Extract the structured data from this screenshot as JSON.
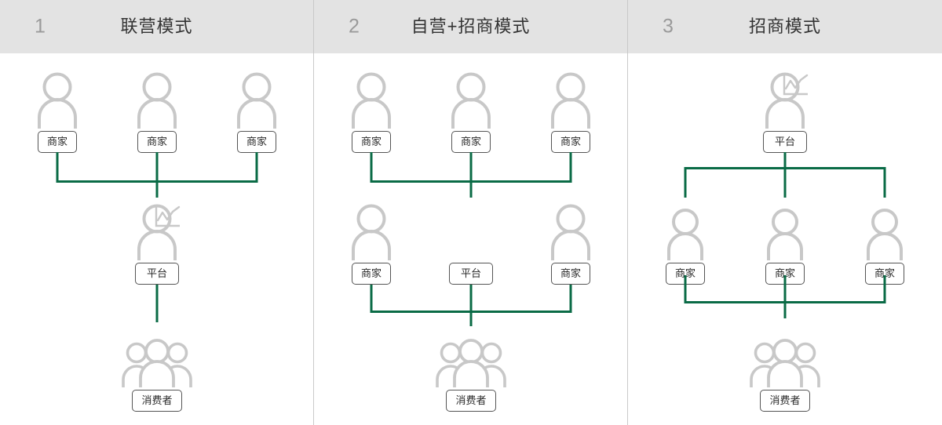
{
  "colors": {
    "header_bg": "#e3e3e3",
    "header_number": "#9a9a9a",
    "header_title": "#333333",
    "connector_green": "#0a6b46",
    "icon_gray": "#c8c8c8",
    "tag_border": "#555555",
    "divider": "#c9c9c9",
    "page_bg": "#ffffff"
  },
  "labels": {
    "merchant": "商家",
    "platform": "平台",
    "consumer": "消费者"
  },
  "icons": {
    "person": "person-icon",
    "people_group": "people-group-icon",
    "chart_badge": "line-chart-badge-icon"
  },
  "panels": [
    {
      "number": "1",
      "title": "联营模式",
      "rows": [
        {
          "name": "merchants-row",
          "nodes": [
            {
              "label": "商家",
              "icon": "person-icon",
              "badge": false
            },
            {
              "label": "商家",
              "icon": "person-icon",
              "badge": false
            },
            {
              "label": "商家",
              "icon": "person-icon",
              "badge": false
            }
          ]
        },
        {
          "name": "platform-row",
          "nodes": [
            {
              "label": "平台",
              "icon": "person-icon",
              "badge": true
            }
          ]
        },
        {
          "name": "consumer-row",
          "nodes": [
            {
              "label": "消费者",
              "icon": "people-group-icon",
              "badge": false
            }
          ]
        }
      ],
      "connectors": [
        "bracket-merchants-to-platform",
        "line-platform-to-consumer"
      ]
    },
    {
      "number": "2",
      "title": "自营+招商模式",
      "rows": [
        {
          "name": "merchants-row",
          "nodes": [
            {
              "label": "商家",
              "icon": "person-icon",
              "badge": false
            },
            {
              "label": "商家",
              "icon": "person-icon",
              "badge": false
            },
            {
              "label": "商家",
              "icon": "person-icon",
              "badge": false
            }
          ]
        },
        {
          "name": "platform-row",
          "nodes": [
            {
              "label": "商家",
              "icon": "person-icon",
              "badge": false
            },
            {
              "label": "平台",
              "icon": "none",
              "badge": false
            },
            {
              "label": "商家",
              "icon": "person-icon",
              "badge": false
            }
          ]
        },
        {
          "name": "consumer-row",
          "nodes": [
            {
              "label": "消费者",
              "icon": "people-group-icon",
              "badge": false
            }
          ]
        }
      ],
      "connectors": [
        "bracket-merchants-to-platform",
        "bracket-platform-to-consumer"
      ]
    },
    {
      "number": "3",
      "title": "招商模式",
      "rows": [
        {
          "name": "platform-row",
          "nodes": [
            {
              "label": "平台",
              "icon": "person-icon",
              "badge": true
            }
          ]
        },
        {
          "name": "merchants-row",
          "nodes": [
            {
              "label": "商家",
              "icon": "person-icon",
              "badge": false
            },
            {
              "label": "商家",
              "icon": "person-icon",
              "badge": false
            },
            {
              "label": "商家",
              "icon": "person-icon",
              "badge": false
            }
          ]
        },
        {
          "name": "consumer-row",
          "nodes": [
            {
              "label": "消费者",
              "icon": "people-group-icon",
              "badge": false
            }
          ]
        }
      ],
      "connectors": [
        "bracket-platform-to-merchants",
        "bracket-merchants-to-consumer"
      ]
    }
  ]
}
